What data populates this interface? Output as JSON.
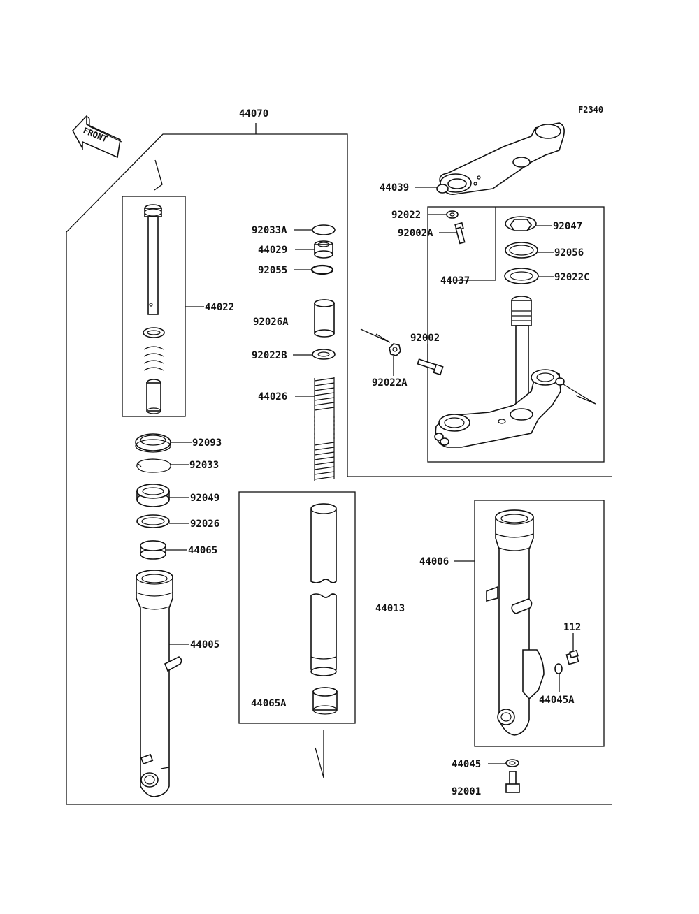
{
  "figure_code": "F2340",
  "front_arrow": "FRONT",
  "labels": {
    "p44070": "44070",
    "p44039": "44039",
    "p92022": "92022",
    "p92002A": "92002A",
    "p92047": "92047",
    "p92056": "92056",
    "p92022C": "92022C",
    "p44037": "44037",
    "p92002": "92002",
    "p92022A": "92022A",
    "p92033A": "92033A",
    "p44029": "44029",
    "p92055": "92055",
    "p44022": "44022",
    "p92026A": "92026A",
    "p92022B": "92022B",
    "p44026": "44026",
    "p92093": "92093",
    "p92033": "92033",
    "p92049": "92049",
    "p92026": "92026",
    "p44065": "44065",
    "p44005": "44005",
    "p44013": "44013",
    "p44065A": "44065A",
    "p44006": "44006",
    "p112": "112",
    "p44045A": "44045A",
    "p44045": "44045",
    "p92001": "92001"
  }
}
